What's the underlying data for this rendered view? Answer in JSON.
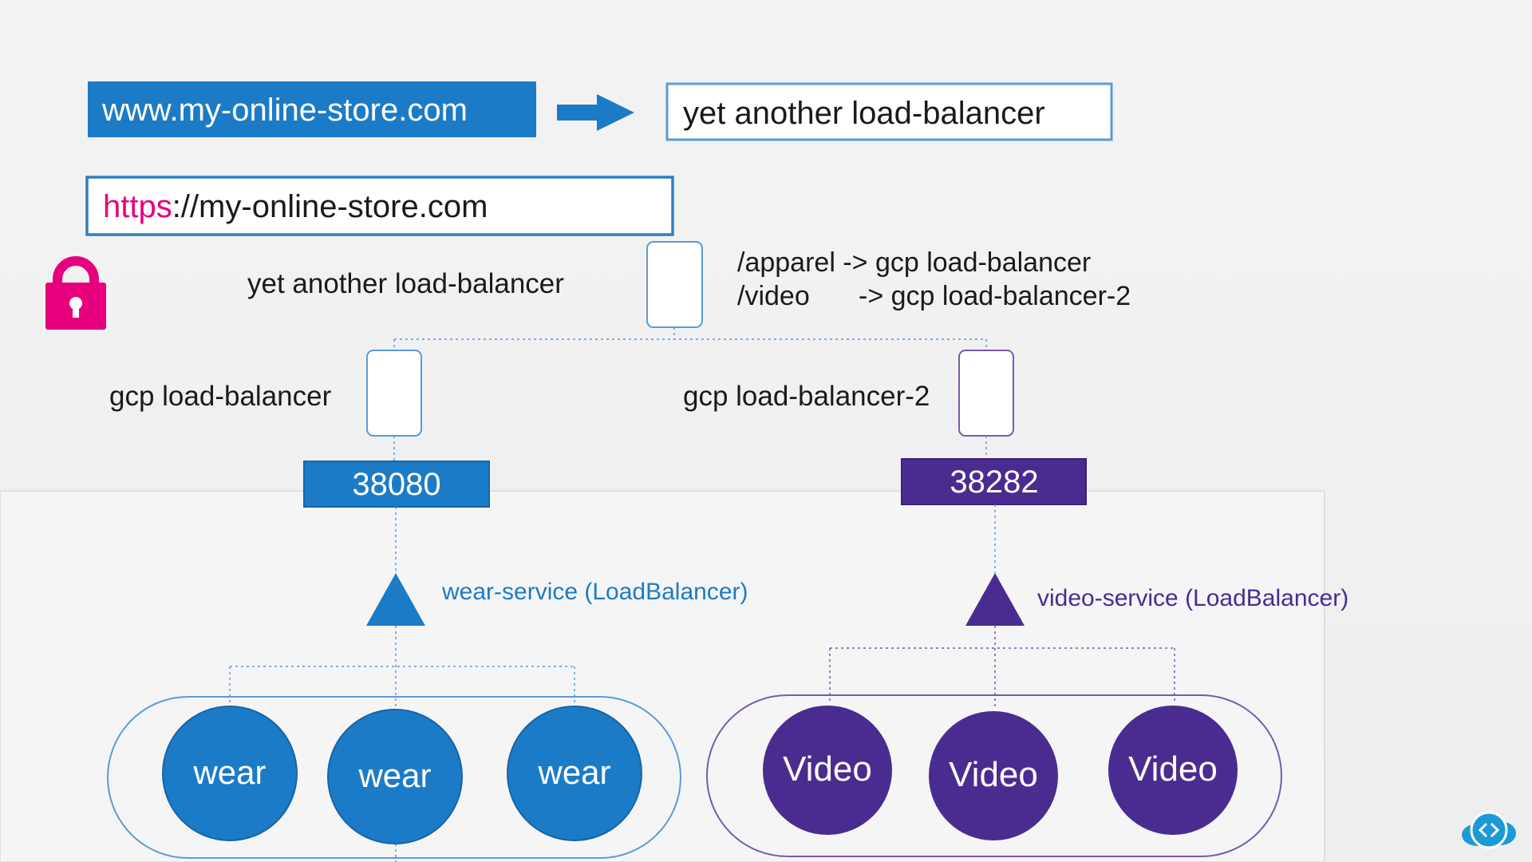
{
  "top": {
    "domain_label": "www.my-online-store.com",
    "target_lb": "yet another load-balancer"
  },
  "url_bar": {
    "scheme": "https",
    "rest": "://my-online-store.com"
  },
  "root_lb": {
    "label": "yet another load-balancer",
    "rule1": "/apparel -> gcp load-balancer",
    "rule2_path": "/video",
    "rule2_target": "-> gcp load-balancer-2"
  },
  "left_branch": {
    "lb_label": "gcp load-balancer",
    "port": "38080",
    "service": "wear-service (LoadBalancer)",
    "pods": [
      "wear",
      "wear",
      "wear"
    ]
  },
  "right_branch": {
    "lb_label": "gcp load-balancer-2",
    "port": "38282",
    "service": "video-service (LoadBalancer)",
    "pods": [
      "Video",
      "Video",
      "Video"
    ]
  },
  "colors": {
    "blue": "#1c7bc6",
    "purple": "#4a2c91",
    "pink": "#e6007e",
    "lb_outline_blue": "#5b9bd5",
    "lb_outline_purple": "#7a5aa8"
  },
  "icons": {
    "lock": "lock-icon",
    "arrow": "arrow-right-icon",
    "logo": "cloud-code-logo-icon"
  }
}
